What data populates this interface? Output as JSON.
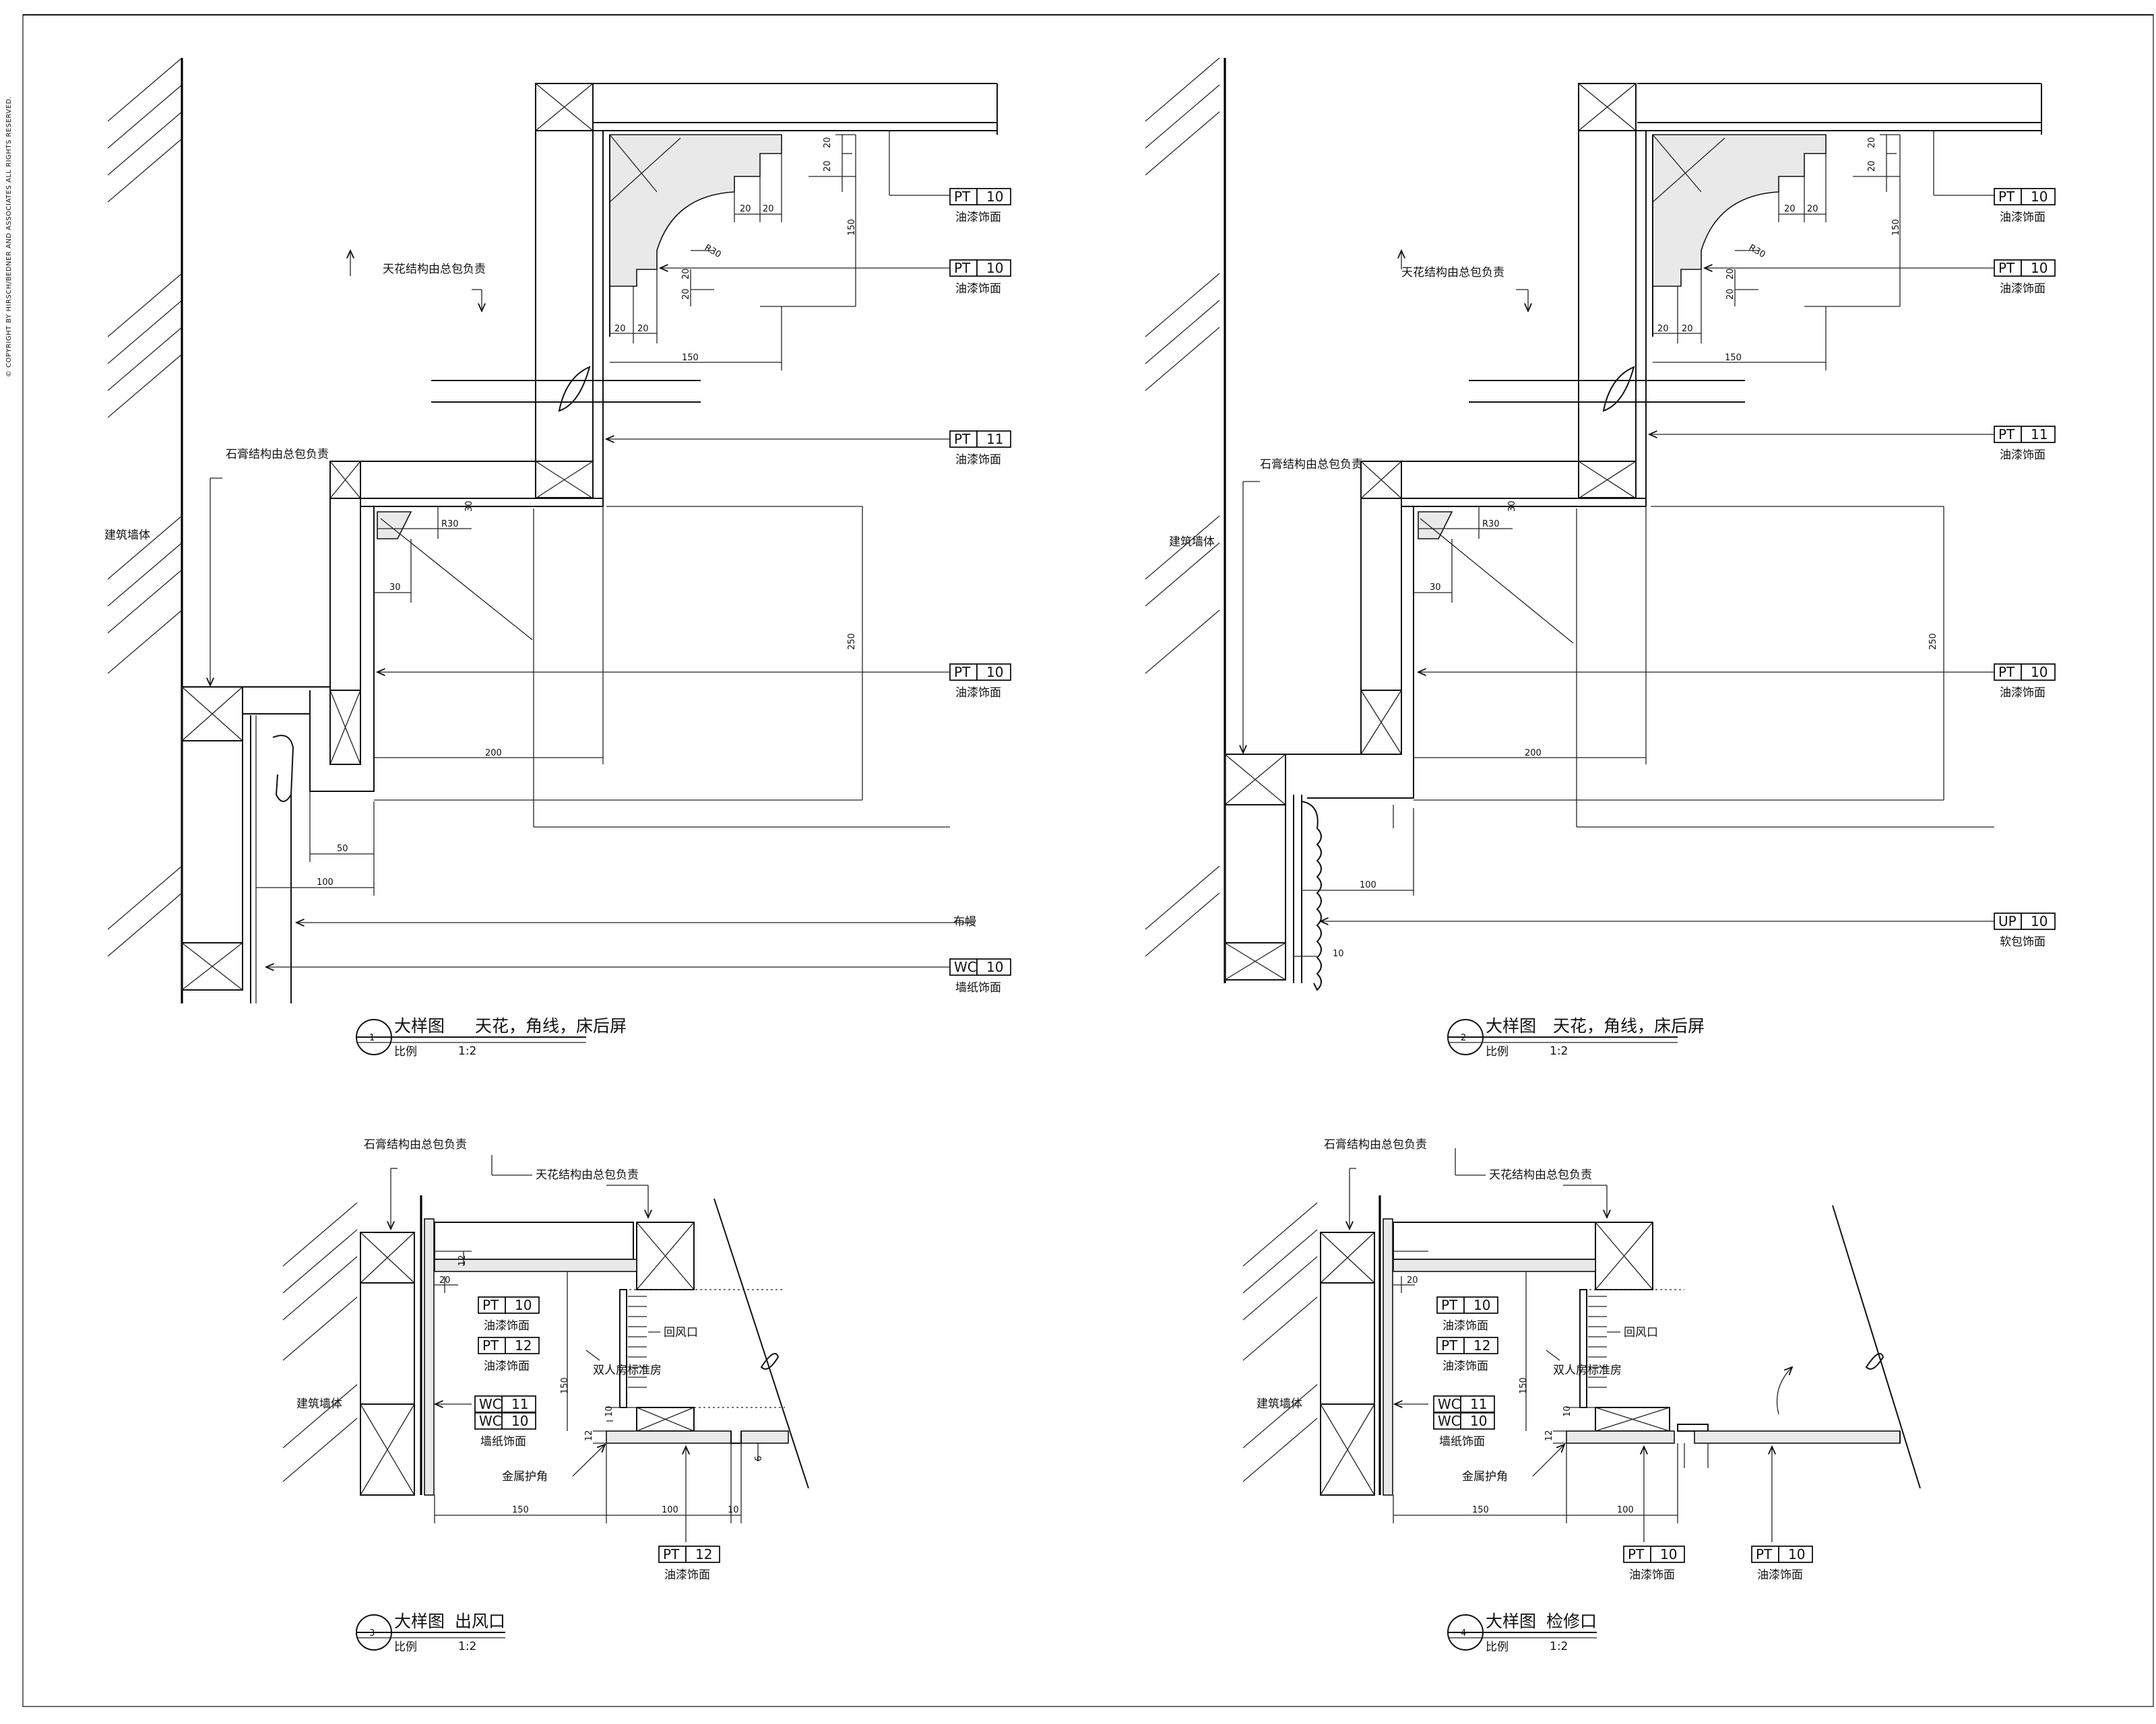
{
  "copyright": "© COPYRIGHT BY HIRSCH/BEDNER AND ASSOCIATES ALL RIGHTS RESERVED.",
  "details": [
    {
      "number": "1",
      "title": "大样图",
      "subject": "天花，角线，床后屏",
      "scale_label": "比例",
      "scale": "1:2",
      "notes": [
        "天花结构由总包负责",
        "石膏结构由总包负责",
        "建筑墙体",
        "布幔"
      ],
      "tags": [
        {
          "code": "PT",
          "num": "10",
          "label": "油漆饰面"
        },
        {
          "code": "PT",
          "num": "10",
          "label": "油漆饰面"
        },
        {
          "code": "PT",
          "num": "11",
          "label": "油漆饰面"
        },
        {
          "code": "PT",
          "num": "10",
          "label": "油漆饰面"
        },
        {
          "code": "WC",
          "num": "10",
          "label": "墙纸饰面"
        }
      ],
      "dims": [
        "20",
        "20",
        "20",
        "20",
        "R30",
        "150",
        "20",
        "20",
        "20",
        "20",
        "150",
        "R30",
        "30",
        "30",
        "250",
        "200",
        "50",
        "100"
      ]
    },
    {
      "number": "2",
      "title": "大样图",
      "subject": "天花，角线，床后屏",
      "scale_label": "比例",
      "scale": "1:2",
      "notes": [
        "天花结构由总包负责",
        "石膏结构由总包负责",
        "建筑墙体"
      ],
      "tags": [
        {
          "code": "PT",
          "num": "10",
          "label": "油漆饰面"
        },
        {
          "code": "PT",
          "num": "10",
          "label": "油漆饰面"
        },
        {
          "code": "PT",
          "num": "11",
          "label": "油漆饰面"
        },
        {
          "code": "PT",
          "num": "10",
          "label": "油漆饰面"
        },
        {
          "code": "UP",
          "num": "10",
          "label": "软包饰面"
        }
      ],
      "dims": [
        "20",
        "20",
        "20",
        "20",
        "R30",
        "150",
        "20",
        "20",
        "20",
        "20",
        "150",
        "R30",
        "30",
        "30",
        "250",
        "200",
        "100",
        "10"
      ]
    },
    {
      "number": "3",
      "title": "大样图",
      "subject": "出风口",
      "scale_label": "比例",
      "scale": "1:2",
      "notes": [
        "石膏结构由总包负责",
        "天花结构由总包负责",
        "建筑墙体",
        "回风口",
        "双人房标准房",
        "金属护角"
      ],
      "tags": [
        {
          "code": "PT",
          "num": "10",
          "label": "油漆饰面"
        },
        {
          "code": "PT",
          "num": "12",
          "label": "油漆饰面"
        },
        {
          "code": "WC",
          "num": "11",
          "label": ""
        },
        {
          "code": "WC",
          "num": "10",
          "label": "墙纸饰面"
        },
        {
          "code": "PT",
          "num": "12",
          "label": "油漆饰面"
        }
      ],
      "dims": [
        "12",
        "20",
        "150",
        "10",
        "12",
        "150",
        "100",
        "10",
        "6"
      ]
    },
    {
      "number": "4",
      "title": "大样图",
      "subject": "检修口",
      "scale_label": "比例",
      "scale": "1:2",
      "notes": [
        "石膏结构由总包负责",
        "天花结构由总包负责",
        "建筑墙体",
        "回风口",
        "双人房标准房",
        "金属护角"
      ],
      "tags": [
        {
          "code": "PT",
          "num": "10",
          "label": "油漆饰面"
        },
        {
          "code": "PT",
          "num": "12",
          "label": "油漆饰面"
        },
        {
          "code": "WC",
          "num": "11",
          "label": ""
        },
        {
          "code": "WC",
          "num": "10",
          "label": "墙纸饰面"
        },
        {
          "code": "PT",
          "num": "10",
          "label": "油漆饰面"
        },
        {
          "code": "PT",
          "num": "10",
          "label": "油漆饰面"
        }
      ],
      "dims": [
        "20",
        "150",
        "10",
        "12",
        "150",
        "100"
      ]
    }
  ]
}
